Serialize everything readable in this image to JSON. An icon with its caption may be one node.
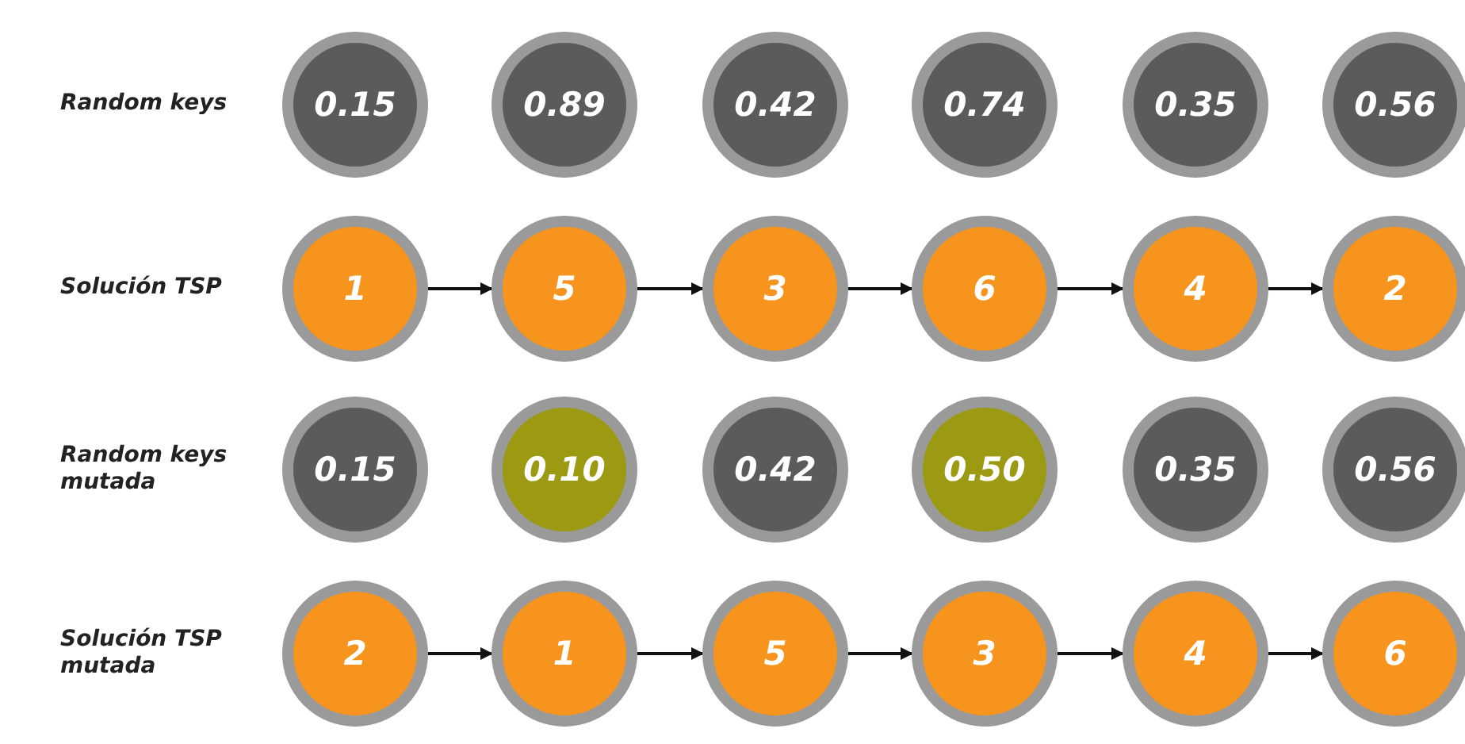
{
  "diagram": {
    "nodes": [
      {
        "text": [
          "0.15"
        ]
      },
      {
        "text": [
          "0.89"
        ]
      },
      {
        "text": [
          "0.42"
        ]
      },
      {
        "text": [
          "0.74"
        ]
      },
      {
        "text": [
          "0.35"
        ]
      },
      {
        "text": [
          "0.56"
        ]
      },
      {
        "text": [
          "1"
        ]
      },
      {
        "text": [
          "5"
        ]
      },
      {
        "text": [
          "3"
        ]
      },
      {
        "text": [
          "6"
        ]
      },
      {
        "text": [
          "4"
        ]
      },
      {
        "text": [
          "2"
        ]
      },
      {
        "text": [
          "0.15"
        ]
      },
      {
        "text": [
          "0.10"
        ]
      },
      {
        "text": [
          "0.42"
        ]
      },
      {
        "text": [
          "0.50"
        ]
      },
      {
        "text": [
          "0.35"
        ]
      },
      {
        "text": [
          "0.56"
        ]
      },
      {
        "text": [
          "2"
        ]
      },
      {
        "text": [
          "1"
        ]
      },
      {
        "text": [
          "5"
        ]
      },
      {
        "text": [
          "3"
        ]
      },
      {
        "text": [
          "4"
        ]
      },
      {
        "text": [
          "6"
        ]
      }
    ],
    "edges": [
      {
        "from": 6,
        "to": 7,
        "arrow": "to"
      },
      {
        "from": 7,
        "to": 8,
        "arrow": "to"
      },
      {
        "from": 8,
        "to": 9,
        "arrow": "to"
      },
      {
        "from": 9,
        "to": 10,
        "arrow": "to"
      },
      {
        "from": 10,
        "to": 11,
        "arrow": "to"
      },
      {
        "from": 18,
        "to": 19,
        "arrow": "to"
      },
      {
        "from": 19,
        "to": 20,
        "arrow": "to"
      },
      {
        "from": 20,
        "to": 21,
        "arrow": "to"
      },
      {
        "from": 21,
        "to": 22,
        "arrow": "to"
      },
      {
        "from": 22,
        "to": 23,
        "arrow": "to"
      }
    ],
    "labels": [
      "Random keys",
      "Solución TSP",
      "Random keys mutada",
      "Solución TSP mutada"
    ]
  }
}
